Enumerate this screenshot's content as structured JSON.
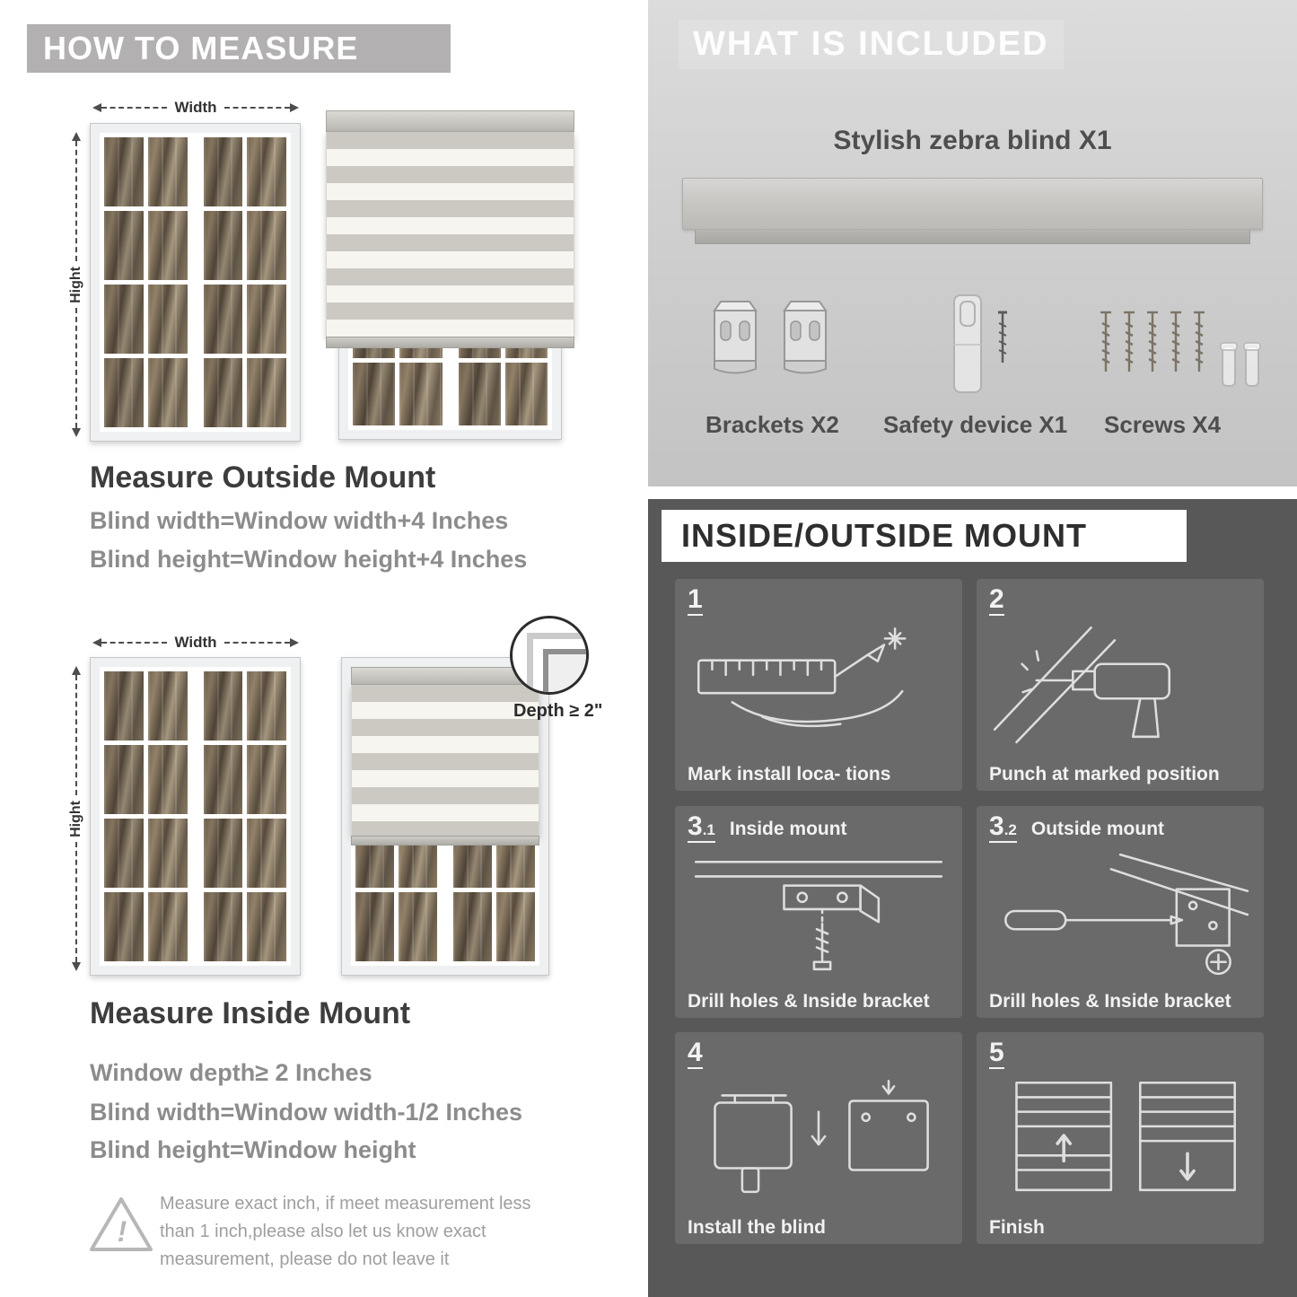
{
  "measure": {
    "header": "HOW TO MEASURE",
    "width_label": "Width",
    "height_label": "Hight",
    "outside": {
      "heading": "Measure Outside Mount",
      "line1": "Blind width=Window width+4 Inches",
      "line2": "Blind height=Window height+4 Inches"
    },
    "inside": {
      "heading": "Measure Inside Mount",
      "depth_badge": "Depth ≥ 2\"",
      "line1": "Window depth≥ 2 Inches",
      "line2": "Blind width=Window width-1/2 Inches",
      "line3": "Blind height=Window height"
    },
    "warning": "Measure exact inch, if meet measurement less than 1 inch,please also let us know exact measurement, please do not leave it"
  },
  "included": {
    "header": "WHAT IS INCLUDED",
    "blind_label": "Stylish zebra blind X1",
    "brackets_label": "Brackets X2",
    "safety_label": "Safety device X1",
    "screws_label": "Screws X4"
  },
  "mount": {
    "header": "INSIDE/OUTSIDE MOUNT",
    "steps": [
      {
        "num": "1",
        "sub": "",
        "title": "",
        "caption": "Mark install loca- tions"
      },
      {
        "num": "2",
        "sub": "",
        "title": "",
        "caption": "Punch at  marked position"
      },
      {
        "num": "3",
        "sub": ".1",
        "title": "Inside mount",
        "caption": "Drill holes &  Inside bracket"
      },
      {
        "num": "3",
        "sub": ".2",
        "title": "Outside mount",
        "caption": "Drill holes &  Inside bracket"
      },
      {
        "num": "4",
        "sub": "",
        "title": "",
        "caption": "Install the blind"
      },
      {
        "num": "5",
        "sub": "",
        "title": "",
        "caption": "Finish"
      }
    ]
  },
  "colors": {
    "banner_gray": "#b2b0b1",
    "dark_section": "#585858",
    "step_tile": "#6a6a6a",
    "stripe_gray": "#ccc9c2",
    "stripe_light": "#f7f5f0",
    "heading_dark": "#3d3d3d",
    "heading_gray": "#8c8c8c"
  }
}
